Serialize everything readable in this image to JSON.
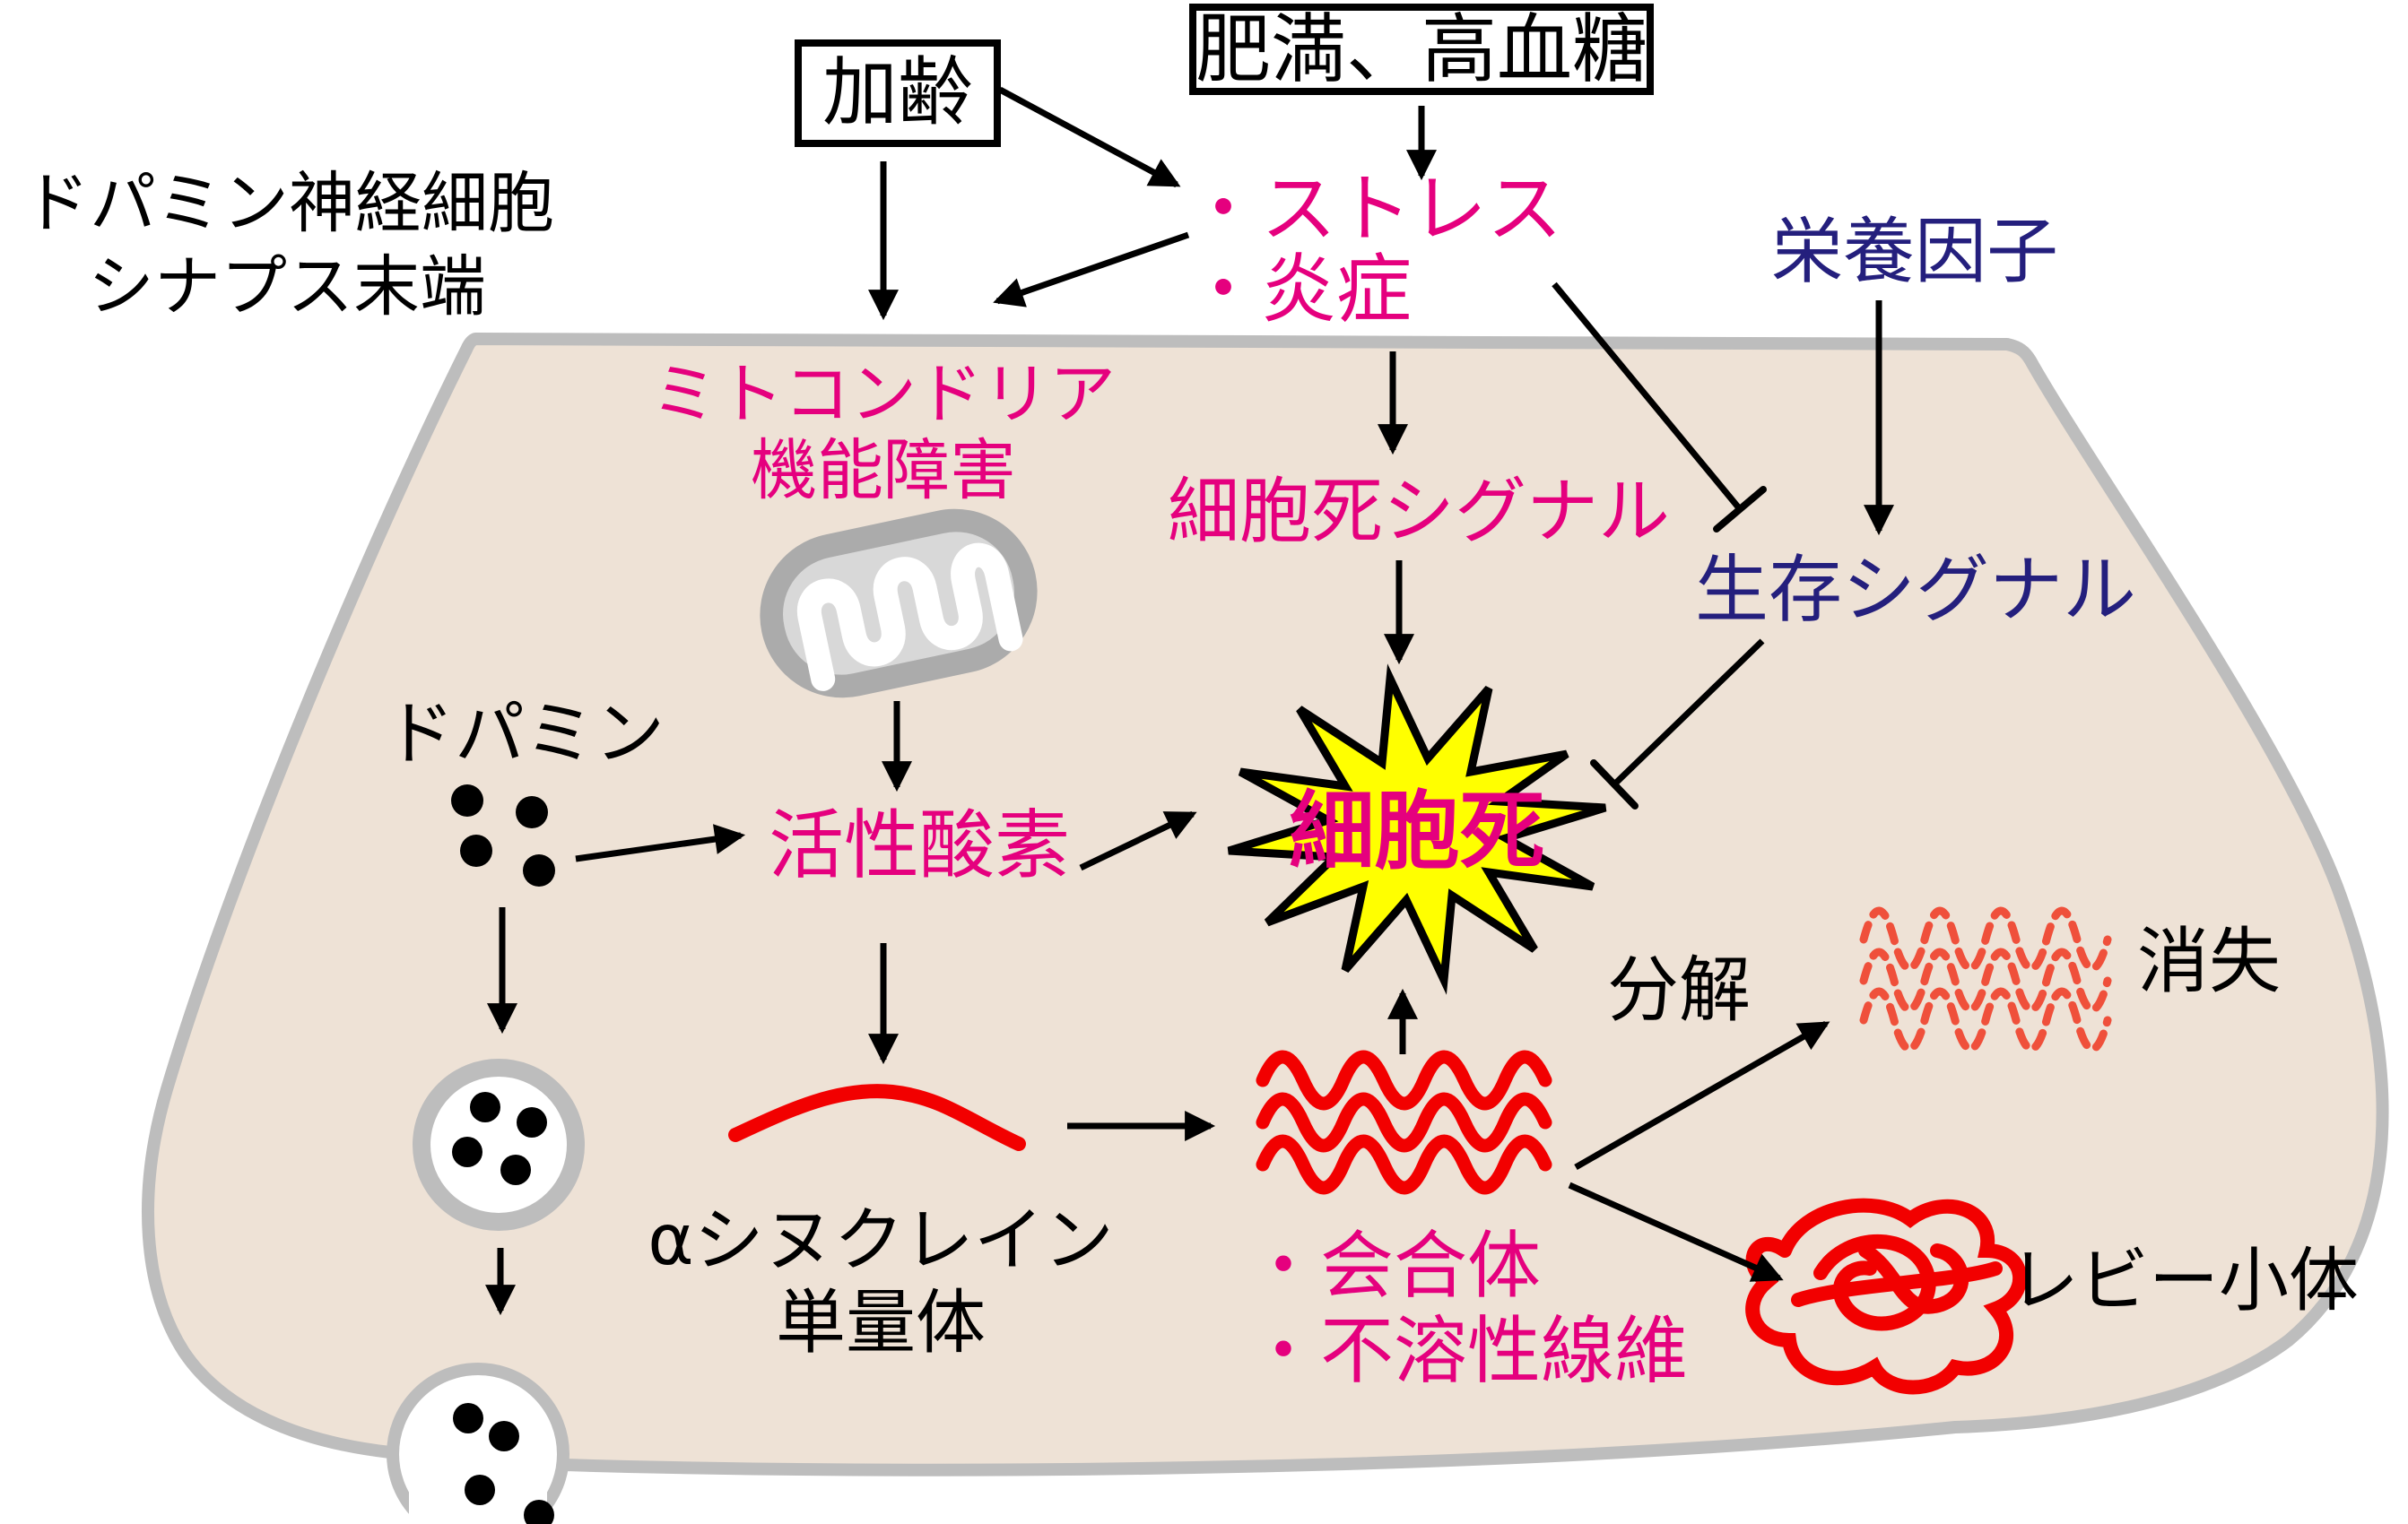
{
  "title": {
    "line1": "ドパミン神経細胞",
    "line2": "シナプス末端"
  },
  "boxes": {
    "aging": "加齢",
    "obesity": "肥満、高血糖"
  },
  "labels": {
    "stress_bullet": "・ストレス",
    "inflammation_bullet": "・炎症",
    "trophic_factor": "栄養因子",
    "mito_line1": "ミトコンドリア",
    "mito_line2": "機能障害",
    "death_signal": "細胞死シグナル",
    "survival_signal": "生存シグナル",
    "dopamine": "ドパミン",
    "ros": "活性酸素",
    "cell_death": "細胞死",
    "degradation": "分解",
    "disappearance": "消失",
    "synuclein_line1": "αシヌクレイン",
    "synuclein_line2": "単量体",
    "aggregate_bullet": "・会合体",
    "insoluble_bullet": "・不溶性線維",
    "lewy_body": "レビー小体"
  },
  "colors": {
    "pink": "#e5007e",
    "navy": "#241f7d",
    "red": "#f20000",
    "red_faded": "#ef503b",
    "yellow": "#ffff00",
    "membrane_gray": "#bdbdbd",
    "cell_fill": "#eee2d6",
    "black": "#000000"
  },
  "icons": [
    "mitochondria-icon",
    "dopamine-dots-icon",
    "vesicle-icon",
    "exocytosis-pore-icon",
    "cell-death-starburst-icon",
    "synuclein-monomer-icon",
    "synuclein-aggregate-icon",
    "degraded-fiber-icon",
    "lewy-body-icon"
  ],
  "edges": [
    {
      "from": "aging",
      "to": "stress_inflammation",
      "type": "arrow"
    },
    {
      "from": "aging",
      "to": "mitochondrial_dysfunction",
      "type": "arrow"
    },
    {
      "from": "obesity_hyperglycemia",
      "to": "stress_inflammation",
      "type": "arrow"
    },
    {
      "from": "stress_inflammation",
      "to": "mitochondrial_dysfunction",
      "type": "arrow"
    },
    {
      "from": "stress_inflammation",
      "to": "cell_death_signal",
      "type": "arrow"
    },
    {
      "from": "stress_inflammation",
      "to": "survival_signal",
      "type": "inhibition"
    },
    {
      "from": "trophic_factor",
      "to": "survival_signal",
      "type": "arrow"
    },
    {
      "from": "cell_death_signal",
      "to": "cell_death",
      "type": "arrow"
    },
    {
      "from": "survival_signal",
      "to": "cell_death",
      "type": "inhibition"
    },
    {
      "from": "mitochondrial_dysfunction",
      "to": "reactive_oxygen",
      "type": "arrow"
    },
    {
      "from": "dopamine",
      "to": "reactive_oxygen",
      "type": "arrow"
    },
    {
      "from": "dopamine",
      "to": "vesicle",
      "type": "arrow"
    },
    {
      "from": "vesicle",
      "to": "exocytosis_pore",
      "type": "arrow"
    },
    {
      "from": "reactive_oxygen",
      "to": "cell_death",
      "type": "arrow"
    },
    {
      "from": "reactive_oxygen",
      "to": "synuclein_monomer",
      "type": "arrow"
    },
    {
      "from": "synuclein_monomer",
      "to": "synuclein_aggregate",
      "type": "arrow"
    },
    {
      "from": "synuclein_aggregate",
      "to": "cell_death",
      "type": "arrow"
    },
    {
      "from": "synuclein_aggregate",
      "to": "disappearance",
      "type": "arrow",
      "label": "分解"
    },
    {
      "from": "synuclein_aggregate",
      "to": "lewy_body",
      "type": "arrow"
    }
  ]
}
